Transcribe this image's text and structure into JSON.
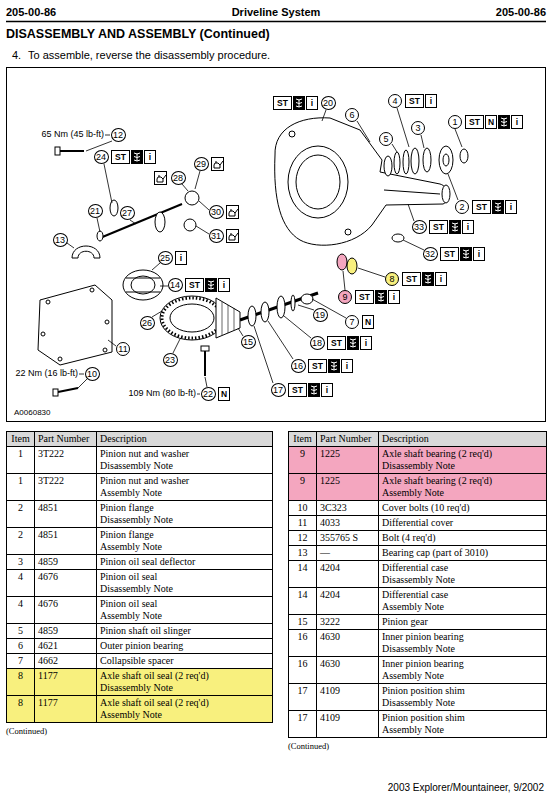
{
  "diagram": {
    "title": "DISASSEMBLY AND ASSEMBLY (Continued)",
    "nodes": [
      {
        "text": [
          "ST"
        ]
      },
      {
        "text": [
          "i"
        ]
      },
      {
        "text": [
          "20"
        ]
      },
      {
        "text": [
          "4"
        ]
      },
      {
        "text": [
          "ST"
        ]
      },
      {
        "text": [
          "i"
        ]
      },
      {
        "text": [
          "6"
        ]
      },
      {
        "text": [
          "1"
        ]
      },
      {
        "text": [
          "ST"
        ]
      },
      {
        "text": [
          "N"
        ]
      },
      {
        "text": [
          "i"
        ]
      },
      {
        "text": [
          "12"
        ]
      },
      {
        "text": [
          "3"
        ]
      },
      {
        "text": [
          "5"
        ]
      },
      {
        "text": [
          "24"
        ]
      },
      {
        "text": [
          "ST"
        ]
      },
      {
        "text": [
          "i"
        ]
      },
      {
        "text": [
          "29"
        ]
      },
      {
        "text": [
          "28"
        ]
      },
      {
        "text": [
          "2"
        ]
      },
      {
        "text": [
          "ST"
        ]
      },
      {
        "text": [
          "i"
        ]
      },
      {
        "text": [
          "21"
        ]
      },
      {
        "text": [
          "27"
        ]
      },
      {
        "text": [
          "30"
        ]
      },
      {
        "text": [
          "33"
        ]
      },
      {
        "text": [
          "ST"
        ]
      },
      {
        "text": [
          "i"
        ]
      },
      {
        "text": [
          "31"
        ]
      },
      {
        "text": [
          "13"
        ]
      },
      {
        "text": [
          "32"
        ]
      },
      {
        "text": [
          "ST"
        ]
      },
      {
        "text": [
          "i"
        ]
      },
      {
        "text": [
          "25"
        ]
      },
      {
        "text": [
          "i"
        ]
      },
      {
        "text": [
          "8"
        ]
      },
      {
        "text": [
          "ST"
        ]
      },
      {
        "text": [
          "i"
        ]
      },
      {
        "text": [
          "14"
        ]
      },
      {
        "text": [
          "ST"
        ]
      },
      {
        "text": [
          "i"
        ]
      },
      {
        "text": [
          "9"
        ]
      },
      {
        "text": [
          "ST"
        ]
      },
      {
        "text": [
          "i"
        ]
      },
      {
        "text": [
          "19"
        ]
      },
      {
        "text": [
          "7"
        ]
      },
      {
        "text": [
          "N"
        ]
      },
      {
        "text": [
          "26"
        ]
      },
      {
        "text": [
          "15"
        ]
      },
      {
        "text": [
          "18"
        ]
      },
      {
        "text": [
          "ST"
        ]
      },
      {
        "text": [
          "i"
        ]
      },
      {
        "text": [
          "11"
        ]
      },
      {
        "text": [
          "23"
        ]
      },
      {
        "text": [
          "16"
        ]
      },
      {
        "text": [
          "ST"
        ]
      },
      {
        "text": [
          "i"
        ]
      },
      {
        "text": [
          "10"
        ]
      },
      {
        "text": [
          "17"
        ]
      },
      {
        "text": [
          "ST"
        ]
      },
      {
        "text": [
          "i"
        ]
      },
      {
        "text": [
          "22"
        ]
      },
      {
        "text": [
          "N"
        ]
      }
    ],
    "labels": [
      "205-00-86",
      "Driveline System",
      "205-00-86",
      "4.",
      "To assemble, reverse the disassembly procedure.",
      "65 Nm (45 lb-ft)",
      "22 Nm (16 lb-ft)",
      "109 Nm (80 lb-ft)",
      "A0060830",
      "Item",
      "Part Number",
      "Description",
      "1",
      "3T222",
      "Pinion nut and washer",
      "Disassembly Note",
      "1",
      "3T222",
      "Pinion nut and washer",
      "Assembly Note",
      "2",
      "4851",
      "Pinion flange",
      "Disassembly Note",
      "2",
      "4851",
      "Pinion flange",
      "Assembly Note",
      "3",
      "4859",
      "Pinion oil seal deflector",
      "4",
      "4676",
      "Pinion oil seal",
      "Disassembly Note",
      "4",
      "4676",
      "Pinion oil seal",
      "Assembly Note",
      "5",
      "4859",
      "Pinion shaft oil slinger",
      "6",
      "4621",
      "Outer pinion bearing",
      "7",
      "4662",
      "Collapsible spacer",
      "8",
      "1177",
      "Axle shaft oil seal (2 req'd)",
      "Disassembly Note",
      "8",
      "1177",
      "Axle shaft oil seal (2 req'd)",
      "Assembly Note",
      "(Continued)",
      "Item",
      "Part Number",
      "Description",
      "9",
      "1225",
      "Axle shaft bearing (2 req'd)",
      "Disassembly Note",
      "9",
      "1225",
      "Axle shaft bearing (2 req'd)",
      "Assembly Note",
      "10",
      "3C323",
      "Cover bolts (10 req'd)",
      "11",
      "4033",
      "Differential cover",
      "12",
      "355765 S",
      "Bolt (4 req'd)",
      "13",
      "—",
      "Bearing cap (part of 3010)",
      "14",
      "4204",
      "Differential case",
      "Disassembly Note",
      "14",
      "4204",
      "Differential case",
      "Assembly Note",
      "15",
      "3222",
      "Pinion gear",
      "16",
      "4630",
      "Inner pinion bearing",
      "Disassembly Note",
      "16",
      "4630",
      "Inner pinion bearing",
      "Assembly Note",
      "17",
      "4109",
      "Pinion position shim",
      "Disassembly Note",
      "17",
      "4109",
      "Pinion position shim",
      "Assembly Note",
      "(Continued)",
      "2003 Explorer/Mountaineer, 9/2002"
    ]
  }
}
